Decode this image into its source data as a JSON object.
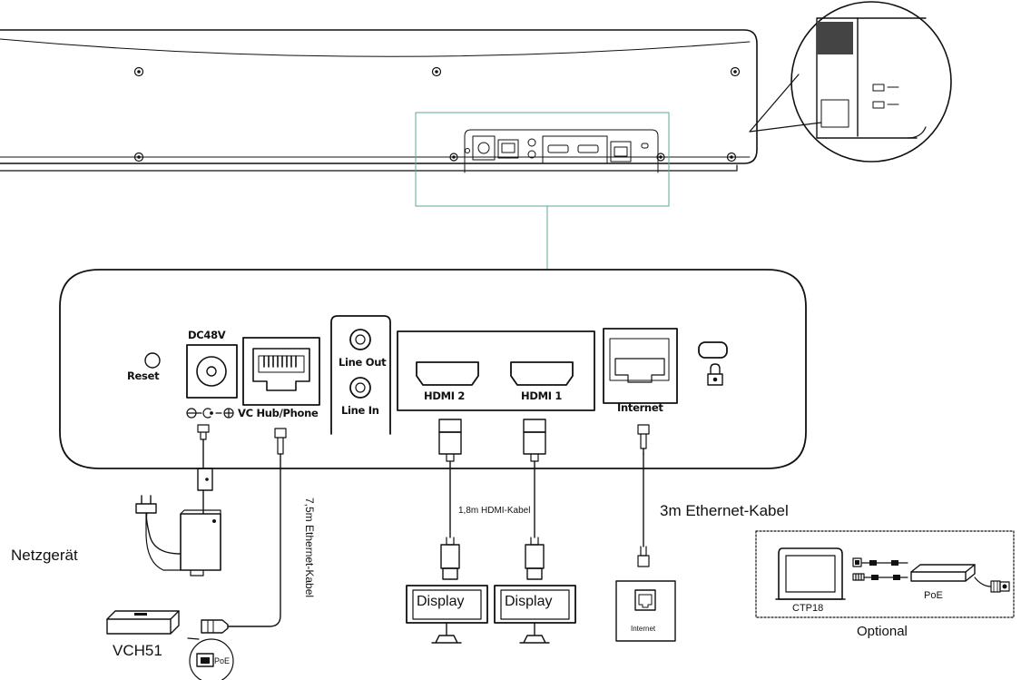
{
  "device": {
    "ports": {
      "reset": "Reset",
      "dc": "DC48V",
      "vc_hub": "VC Hub/Phone",
      "line_out": "Line Out",
      "line_in": "Line In",
      "hdmi2": "HDMI 2",
      "hdmi1": "HDMI 1",
      "internet": "Internet"
    }
  },
  "labels": {
    "power_supply": "Netzgerät",
    "vch51": "VCH51",
    "ethernet_long": "7,5m Ethernet-Kabel",
    "hdmi_cable": "1,8m HDMI-Kabel",
    "ethernet_short": "3m Ethernet-Kabel",
    "display1": "Display",
    "display2": "Display",
    "wall_internet": "Internet",
    "poe_badge": "PoE"
  },
  "optional": {
    "ctp18": "CTP18",
    "poe": "PoE",
    "caption": "Optional"
  }
}
